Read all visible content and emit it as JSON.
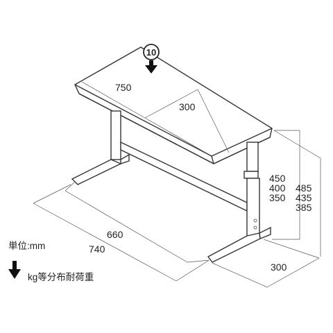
{
  "labels": {
    "top_width": "750",
    "top_depth": "300",
    "inner_width": "660",
    "outer_width": "740",
    "base_depth": "300",
    "top_heights": [
      "450",
      "400",
      "350"
    ],
    "total_heights": [
      "485",
      "435",
      "385"
    ],
    "load_value": "10"
  },
  "legend": {
    "unit": "単位:mm",
    "load_note": "kg等分布耐荷重"
  }
}
